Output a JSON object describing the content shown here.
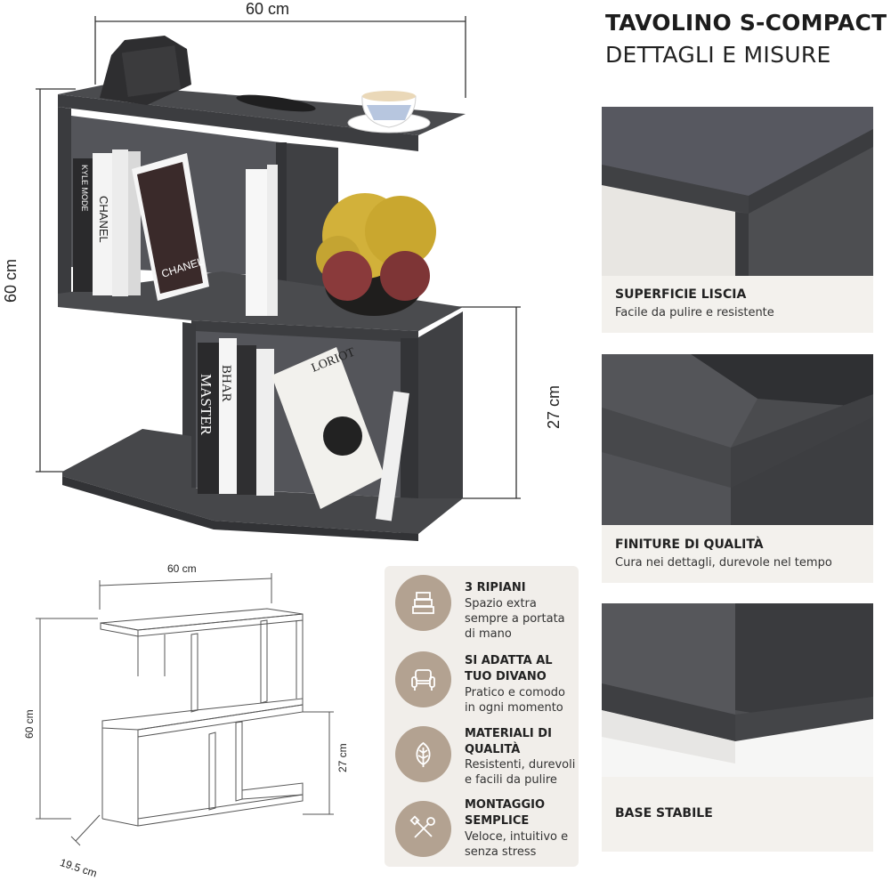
{
  "header": {
    "title": "TAVOLINO S-COMPACT",
    "subtitle": "DETTAGLI E MISURE"
  },
  "photo_dimensions": {
    "width": "60 cm",
    "height": "60 cm",
    "lower_height": "27 cm"
  },
  "book_spines": {
    "kyle_mode": "KYLE MODE",
    "chanel_1": "CHANEL",
    "chanel_2": "CHANEL",
    "master": "MASTER",
    "bharma": "BHAR",
    "loriot": "LORIOT"
  },
  "diagram_dimensions": {
    "width": "60 cm",
    "height": "60 cm",
    "lower_height": "27 cm",
    "depth": "19.5 cm"
  },
  "details": [
    {
      "title": "SUPERFICIE LISCIA",
      "desc": "Facile da pulire e resistente"
    },
    {
      "title": "FINITURE DI QUALITÀ",
      "desc": "Cura nei dettagli, durevole nel tempo"
    },
    {
      "title": "BASE STABILE",
      "desc": ""
    }
  ],
  "features": [
    {
      "icon": "shelves-icon",
      "title": "3 RIPIANI",
      "desc": "Spazio extra sempre a portata di mano"
    },
    {
      "icon": "armchair-icon",
      "title": "SI ADATTA AL TUO DIVANO",
      "desc": "Pratico e comodo in ogni momento"
    },
    {
      "icon": "leaf-icon",
      "title": "MATERIALI DI QUALITÀ",
      "desc": "Resistenti, durevoli e facili da pulire"
    },
    {
      "icon": "tools-icon",
      "title": "MONTAGGIO SEMPLICE",
      "desc": "Veloce, intuitivo e senza stress"
    }
  ],
  "colors": {
    "furniture": "#4a4b4e",
    "accent_circle": "#b3a291",
    "panel_bg": "#f1eeea",
    "caption_bg": "#f3f1ed"
  }
}
